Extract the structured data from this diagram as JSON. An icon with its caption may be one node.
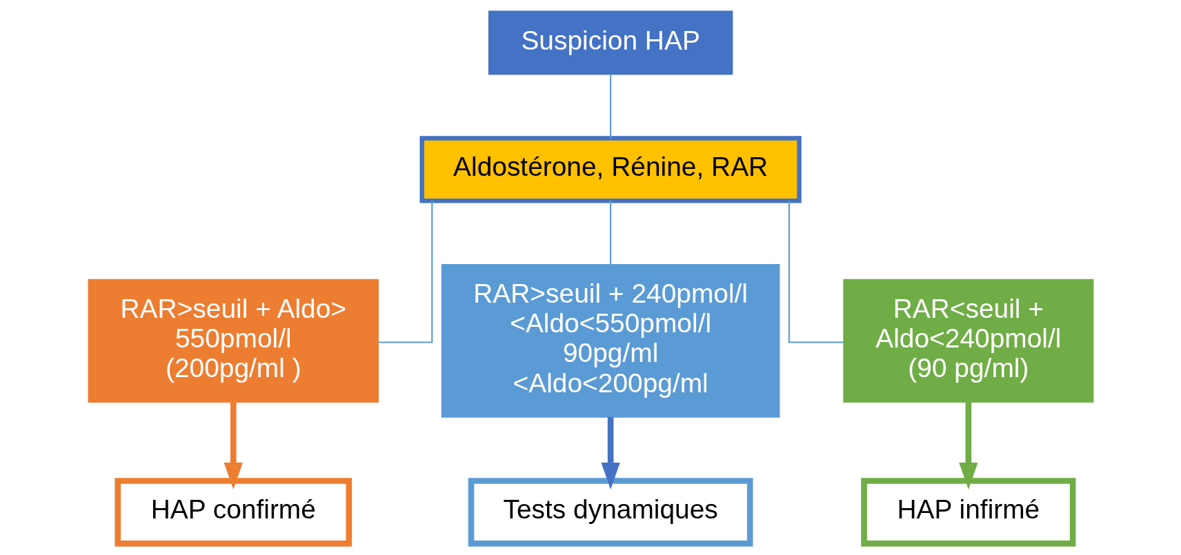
{
  "diagram": {
    "nodes": [
      {
        "text": [
          "Suspicion HAP"
        ]
      },
      {
        "text": [
          "Aldostérone, Rénine, RAR"
        ]
      },
      {
        "text": [
          "RAR>seuil + Aldo> 550pmol/l (200pg/ml )"
        ]
      },
      {
        "text": [
          "RAR>seuil + 240pmol/l <Aldo<550pmol/l 90pg/ml <Aldo<200pg/ml"
        ]
      },
      {
        "text": [
          "RAR<seuil + Aldo<240pmol/l (90 pg/ml)"
        ]
      },
      {
        "text": [
          "HAP confirmé"
        ]
      },
      {
        "text": [
          "Tests dynamiques"
        ]
      },
      {
        "text": [
          "HAP infirmé"
        ]
      }
    ],
    "edges": [
      {
        "from": 0,
        "to": 1,
        "arrow": "none"
      },
      {
        "from": 1,
        "to": 2,
        "arrow": "none"
      },
      {
        "from": 1,
        "to": 3,
        "arrow": "none"
      },
      {
        "from": 1,
        "to": 4,
        "arrow": "none"
      },
      {
        "from": 2,
        "to": 5,
        "arrow": "to",
        "style": "thick",
        "color": "#ed7d31"
      },
      {
        "from": 3,
        "to": 6,
        "arrow": "to",
        "style": "thick",
        "color": "#4472c4"
      },
      {
        "from": 4,
        "to": 7,
        "arrow": "to",
        "style": "thick",
        "color": "#70ad47"
      }
    ]
  }
}
